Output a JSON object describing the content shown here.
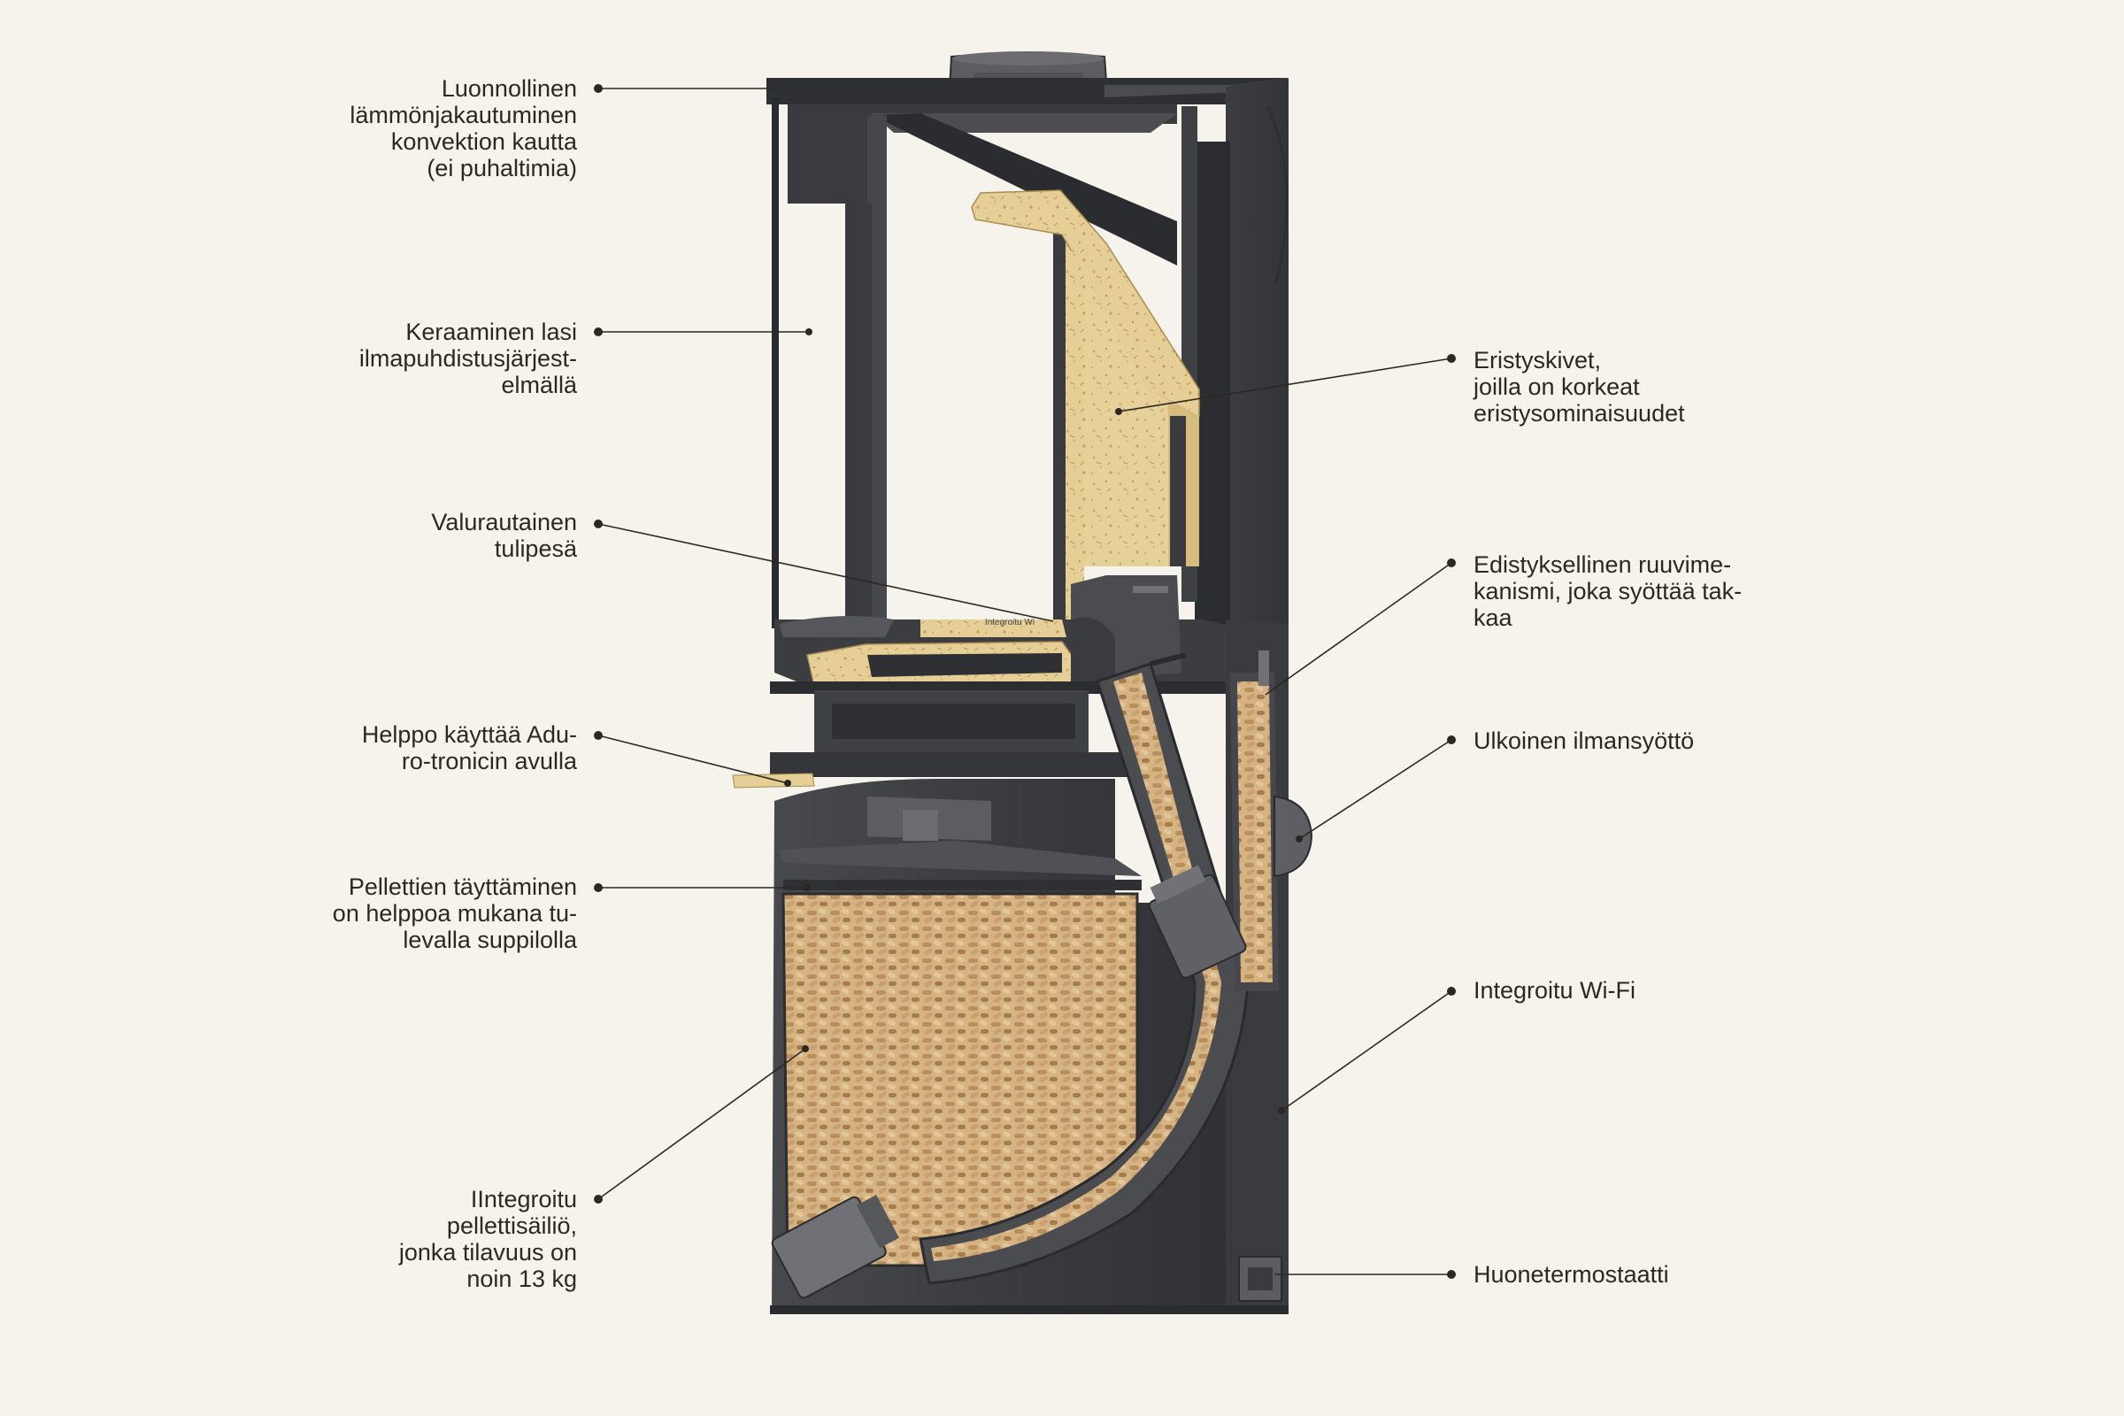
{
  "diagram": {
    "colors": {
      "background": "#f6f3ec",
      "text": "#2d2722",
      "steel_dark": "#3a3b3e",
      "steel_mid": "#55575b",
      "steel_light": "#6f7175",
      "stone": "#e6cf96",
      "pellet": "#d6b383"
    },
    "glass_print": "Integroitu Wi",
    "labels_left": [
      {
        "id": "convection",
        "lines": [
          "Luonnollinen",
          "lämmönjakautuminen",
          "konvektion kautta",
          "(ei puhaltimia)"
        ]
      },
      {
        "id": "glass",
        "lines": [
          "Keraaminen lasi",
          "ilmapuhdistusjärjest-",
          "elmällä"
        ]
      },
      {
        "id": "firebox",
        "lines": [
          "Valurautainen",
          "tulipesä"
        ]
      },
      {
        "id": "adurotronic",
        "lines": [
          "Helppo käyttää Adu-",
          "ro-tronicin avulla"
        ]
      },
      {
        "id": "funnel",
        "lines": [
          "Pellettien täyttäminen",
          "on helppoa mukana tu-",
          "levalla suppilolla"
        ]
      },
      {
        "id": "tank",
        "lines": [
          "IIntegroitu",
          "pellettisäiliö,",
          "jonka tilavuus on",
          "noin 13 kg"
        ]
      }
    ],
    "labels_right": [
      {
        "id": "insulation",
        "lines": [
          "Eristyskivet,",
          "joilla on korkeat",
          "eristysominaisuudet"
        ]
      },
      {
        "id": "screw",
        "lines": [
          "Edistyksellinen ruuvime-",
          "kanismi, joka syöttää tak-",
          "kaa"
        ]
      },
      {
        "id": "air",
        "lines": [
          "Ulkoinen ilmansyöttö"
        ]
      },
      {
        "id": "wifi",
        "lines": [
          "Integroitu Wi-Fi"
        ]
      },
      {
        "id": "thermostat",
        "lines": [
          "Huonetermostaatti"
        ]
      }
    ]
  }
}
